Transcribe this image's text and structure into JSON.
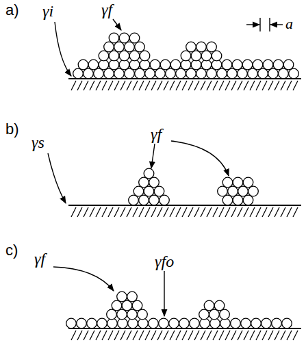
{
  "diagram": {
    "labels": [
      "a)",
      "γi",
      "γf",
      "a",
      "b)",
      "γs",
      "γf",
      "c)",
      "γf",
      "γfo"
    ]
  }
}
